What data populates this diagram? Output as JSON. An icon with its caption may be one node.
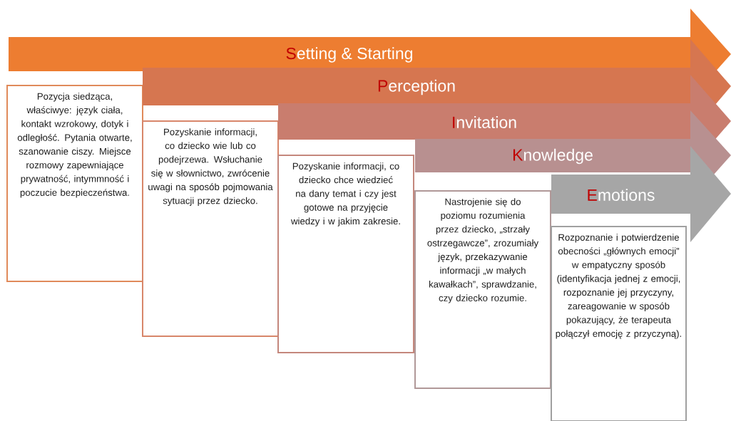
{
  "diagram": {
    "nodes": [
      {
        "text": [
          "**S**etting & Starting"
        ]
      },
      {
        "text": [
          "Pozycja siedząca, właściwye: język ciała, kontakt wzrokowy, dotyk i odległość. Pytania otwarte, szanowanie ciszy. Miejsce rozmowy zapewniające prywatność, intymmność i poczucie bezpieczeństwa."
        ]
      },
      {
        "text": [
          "**P**erception"
        ]
      },
      {
        "text": [
          "Pozyskanie informacji, co dziecko wie lub co podejrzewa. Wsłuchanie się w słownictwo, zwrócenie uwagi na sposób pojmowania sytuacji przez dziecko."
        ]
      },
      {
        "text": [
          "**I**nvitation"
        ]
      },
      {
        "text": [
          "Pozyskanie informacji, co dziecko chce wiedzieć na dany temat i czy jest gotowe na przyjęcie wiedzy i w jakim zakresie."
        ]
      },
      {
        "text": [
          "**K**nowledge"
        ]
      },
      {
        "text": [
          "Nastrojenie się do poziomu rozumienia przez dziecko, „strzały ostrzegawcze”, zrozumiały język, przekazywanie informacji „w małych kawałkach”, sprawdzanie, czy dziecko rozumie."
        ]
      },
      {
        "text": [
          "**E**motions"
        ]
      },
      {
        "text": [
          "Rozpoznanie i potwierdzenie obecności „głównych emocji” w empatyczny sposób (identyfikacja jednej z emocji, rozpoznanie jej przyczyny, zareagowanie w sposób pokazujący, że terapeuta połączył emocję z przyczyną)."
        ]
      }
    ]
  }
}
